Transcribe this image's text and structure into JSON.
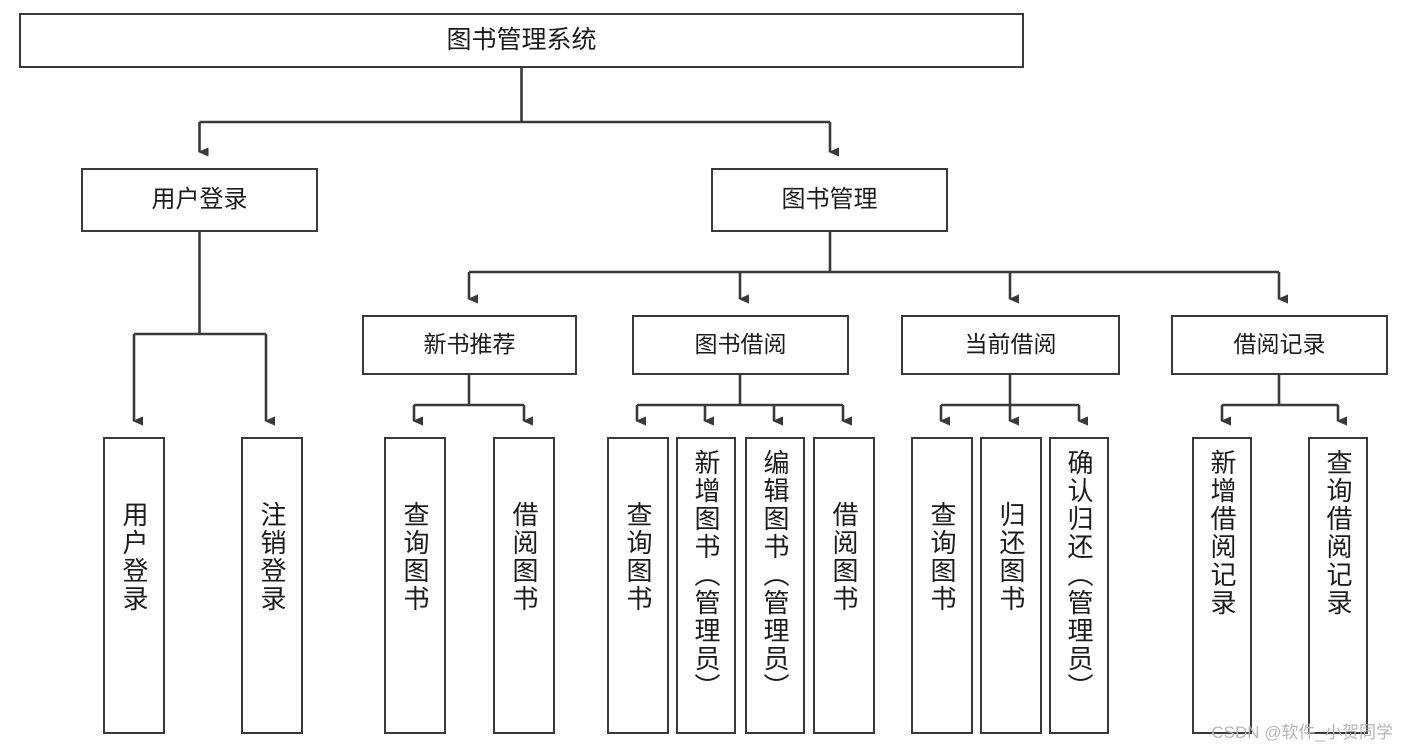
{
  "diagram": {
    "type": "tree-hierarchy",
    "title": "图书管理系统",
    "watermark": "CSDN @软件_小贺同学",
    "colors": {
      "stroke": "#3a3a3a",
      "fill": "#ffffff",
      "text": "#1c1c1c",
      "watermark": "#b6b6b6"
    },
    "nodes": {
      "root": {
        "label": "图书管理系统"
      },
      "level2": [
        {
          "id": "user-login",
          "label": "用户登录"
        },
        {
          "id": "book-manage",
          "label": "图书管理"
        }
      ],
      "level3": [
        {
          "id": "new-book-rec",
          "label": "新书推荐"
        },
        {
          "id": "book-borrow",
          "label": "图书借阅"
        },
        {
          "id": "current-borrow",
          "label": "当前借阅"
        },
        {
          "id": "borrow-record",
          "label": "借阅记录"
        }
      ],
      "leaves": {
        "user-login": [
          {
            "id": "leaf-user-login",
            "label": "用户登录"
          },
          {
            "id": "leaf-logout-login",
            "label": "注销登录"
          }
        ],
        "new-book-rec": [
          {
            "id": "leaf-query-book-1",
            "label": "查询图书"
          },
          {
            "id": "leaf-borrow-book-1",
            "label": "借阅图书"
          }
        ],
        "book-borrow": [
          {
            "id": "leaf-query-book-2",
            "label": "查询图书"
          },
          {
            "id": "leaf-add-book",
            "label": "新增图书（管理员）"
          },
          {
            "id": "leaf-edit-book",
            "label": "编辑图书（管理员）"
          },
          {
            "id": "leaf-borrow-book-2",
            "label": "借阅图书"
          }
        ],
        "current-borrow": [
          {
            "id": "leaf-query-book-3",
            "label": "查询图书"
          },
          {
            "id": "leaf-return-book",
            "label": "归还图书"
          },
          {
            "id": "leaf-confirm-return",
            "label": "确认归还（管理员）"
          }
        ],
        "borrow-record": [
          {
            "id": "leaf-add-record",
            "label": "新增借阅记录"
          },
          {
            "id": "leaf-query-record",
            "label": "查询借阅记录"
          }
        ]
      }
    }
  }
}
